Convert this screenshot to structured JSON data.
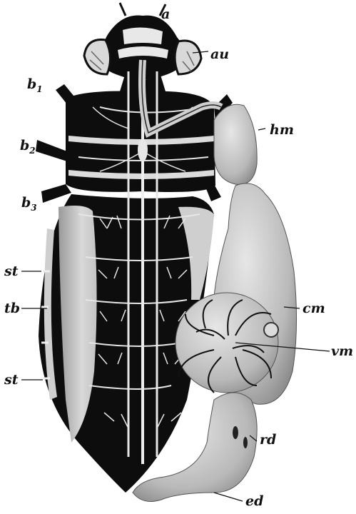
{
  "labels": {
    "a": "a",
    "au": "au",
    "b1": "b",
    "b1_sub": "1",
    "b2": "b",
    "b2_sub": "2",
    "b3": "b",
    "b3_sub": "3",
    "hm": "hm",
    "cm": "cm",
    "vm": "vm",
    "rd": "rd",
    "ed": "ed",
    "st_upper": "st",
    "tb": "tb",
    "st_lower": "st"
  }
}
